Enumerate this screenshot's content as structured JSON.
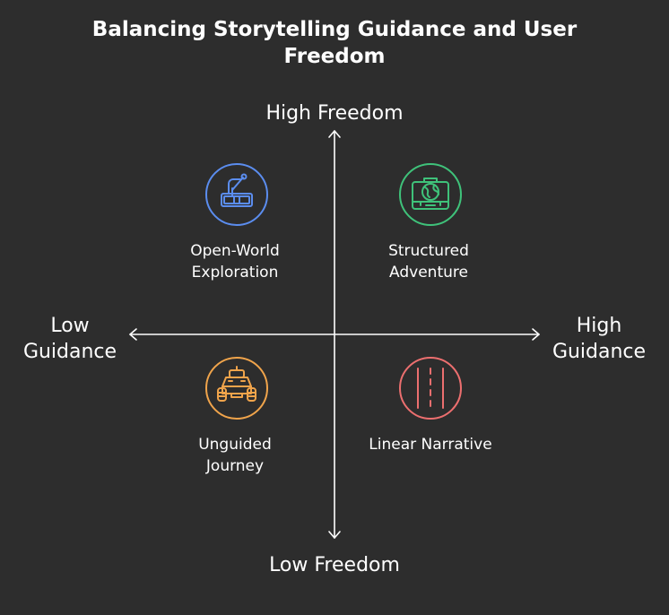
{
  "title": {
    "line1": "Balancing Storytelling Guidance and User",
    "line2": "Freedom"
  },
  "axes": {
    "y_top": "High Freedom",
    "y_bottom": "Low Freedom",
    "x_left": [
      "Low",
      "Guidance"
    ],
    "x_right": [
      "High",
      "Guidance"
    ]
  },
  "quadrants": {
    "top_left": {
      "lines": [
        "Open-World",
        "Exploration"
      ],
      "icon": "treasure-map-icon",
      "color": "#5b8def"
    },
    "top_right": {
      "lines": [
        "Structured",
        "Adventure"
      ],
      "icon": "globe-suitcase-icon",
      "color": "#3fc27a"
    },
    "bottom_left": {
      "lines": [
        "Unguided",
        "Journey"
      ],
      "icon": "off-road-vehicle-icon",
      "color": "#f0a44b"
    },
    "bottom_right": {
      "lines": [
        "Linear Narrative"
      ],
      "icon": "road-lanes-icon",
      "color": "#ec6f6f"
    }
  },
  "colors": {
    "background": "#2d2d2d",
    "text": "#ffffff",
    "axis": "#ffffff"
  }
}
